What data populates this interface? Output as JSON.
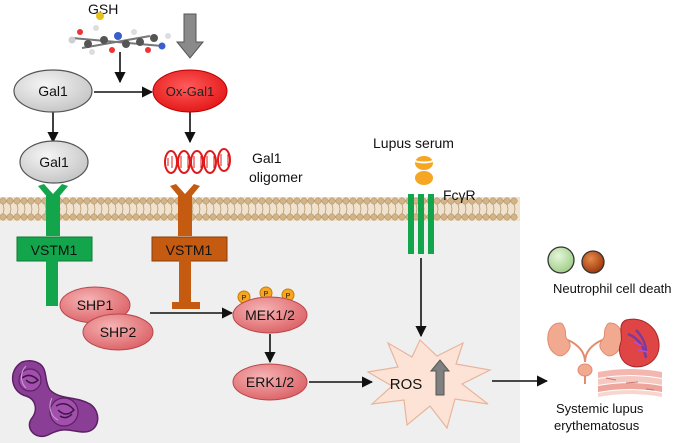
{
  "labels": {
    "gsh": "GSH",
    "gal1_top": "Gal1",
    "ox_gal1": "Ox-Gal1",
    "gal1_bound": "Gal1",
    "gal1_oligomer_line1": "Gal1",
    "gal1_oligomer_line2": "oligomer",
    "lupus_serum": "Lupus serum",
    "fcgr": "FcγR",
    "vstm1_left": "VSTM1",
    "vstm1_right": "VSTM1",
    "shp1": "SHP1",
    "shp2": "SHP2",
    "mek": "MEK1/2",
    "phospho": "P",
    "erk": "ERK1/2",
    "ros": "ROS",
    "neutrophil_death": "Neutrophil cell death",
    "sle_line1": "Systemic lupus",
    "sle_line2": "erythematosus"
  },
  "colors": {
    "gal1_grey": "#d9d9d9",
    "ox_red": "#ee1c1c",
    "vstm1_green": "#13a54b",
    "vstm1_orange": "#c55a11",
    "shp_pink": "#e8787a",
    "kinase_pink": "#e06c70",
    "phospho_orange": "#f5a623",
    "ros_fill": "#fde3d6",
    "cytoplasm": "#efefef",
    "membrane_head": "#d3b488",
    "up_arrow_grey": "#808080"
  },
  "icons": {
    "gsh_molecule": "ball-and-stick molecule",
    "golgi": "golgi-apparatus-icon",
    "kidney": "kidney-icon",
    "spleen": "spleen-icon",
    "skin": "skin-tissue-icon"
  }
}
